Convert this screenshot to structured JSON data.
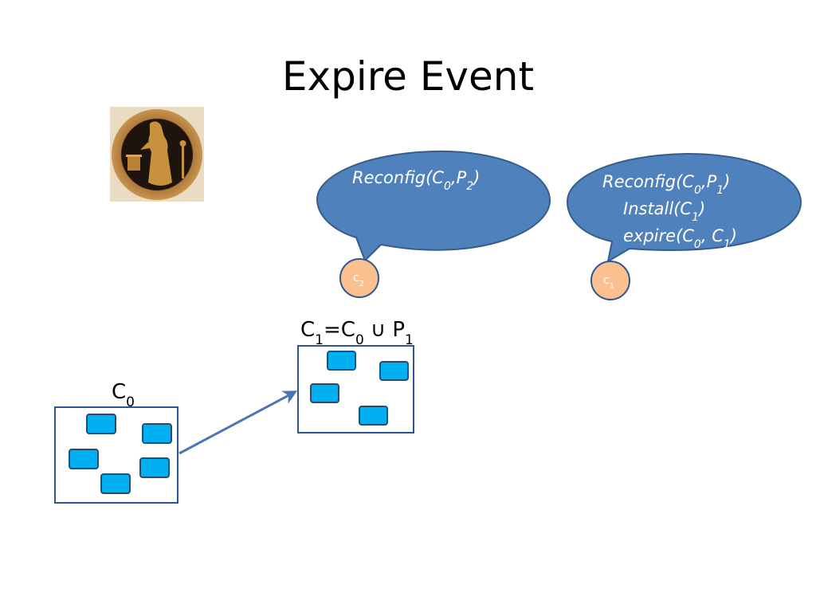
{
  "slide": {
    "title": "Expire Event"
  },
  "bubbles": {
    "c2": {
      "lines": [
        {
          "parts": [
            {
              "t": "Reconfig(C"
            },
            {
              "t": "0",
              "sub": true
            },
            {
              "t": ",P"
            },
            {
              "t": "2",
              "sub": true
            },
            {
              "t": ")"
            }
          ]
        }
      ]
    },
    "c1": {
      "lines": [
        {
          "parts": [
            {
              "t": "Reconfig(C"
            },
            {
              "t": "0",
              "sub": true
            },
            {
              "t": ",P"
            },
            {
              "t": "1",
              "sub": true
            },
            {
              "t": ")"
            }
          ]
        },
        {
          "parts": [
            {
              "t": "Install(C"
            },
            {
              "t": "1",
              "sub": true
            },
            {
              "t": ")"
            }
          ]
        },
        {
          "parts": [
            {
              "t": "expire(C"
            },
            {
              "t": "0",
              "sub": true
            },
            {
              "t": ", C"
            },
            {
              "t": "1",
              "sub": true
            },
            {
              "t": ")"
            }
          ]
        }
      ]
    }
  },
  "nodes": {
    "c2": {
      "base": "c",
      "sub": "2"
    },
    "c1": {
      "base": "c",
      "sub": "1"
    }
  },
  "configs": {
    "c0": {
      "label_parts": [
        {
          "t": "C"
        },
        {
          "t": "0",
          "sub": true
        }
      ]
    },
    "c1": {
      "label_parts": [
        {
          "t": "C"
        },
        {
          "t": "1",
          "sub": true
        },
        {
          "t": "=C"
        },
        {
          "t": "0",
          "sub": true
        },
        {
          "t": " ∪ "
        },
        {
          "t": "P"
        },
        {
          "t": "1",
          "sub": true
        }
      ]
    }
  },
  "colors": {
    "bubble_fill": "#4F81BD",
    "bubble_stroke": "#385D8A",
    "node_fill": "#FAC090",
    "node_stroke": "#2F5597",
    "member_fill": "#00B0F0",
    "member_stroke": "#1F4E79",
    "box_stroke": "#2F5597",
    "arrow": "#4A76B8"
  },
  "icons": {
    "logo": "greek-vase-medallion-icon"
  }
}
